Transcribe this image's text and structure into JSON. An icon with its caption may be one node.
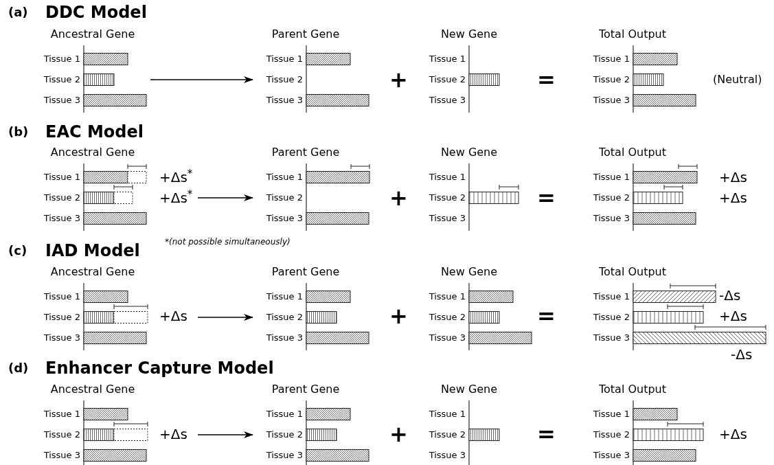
{
  "diagram": {
    "nodes": [
      {
        "text": [
          "Ancestral Gene",
          "Tissue 1",
          "Tissue 2",
          "Tissue 3"
        ]
      },
      {
        "text": [
          "Parent Gene",
          "Tissue 1",
          "Tissue 2",
          "Tissue 3"
        ]
      },
      {
        "text": [
          "New Gene",
          "Tissue 1",
          "Tissue 2",
          "Tissue 3"
        ]
      },
      {
        "text": [
          "Total Output",
          "Tissue 1",
          "Tissue 2",
          "Tissue 3"
        ],
        "beside": [
          "(Neutral)"
        ]
      },
      {
        "text": [
          "Ancestral Gene",
          "Tissue 1",
          "Tissue 2",
          "Tissue 3"
        ],
        "beside": [
          "+Δs$^{*}$",
          "+Δs$^{*}$"
        ]
      },
      {
        "text": [
          "Parent Gene",
          "Tissue 1",
          "Tissue 2",
          "Tissue 3"
        ]
      },
      {
        "text": [
          "New Gene",
          "Tissue 1",
          "Tissue 2",
          "Tissue 3"
        ]
      },
      {
        "text": [
          "Total Output",
          "Tissue 1",
          "Tissue 2",
          "Tissue 3"
        ],
        "beside": [
          "+Δs",
          "+Δs"
        ]
      },
      {
        "text": [
          "Ancestral Gene",
          "Tissue 1",
          "Tissue 2",
          "Tissue 3"
        ],
        "beside": [
          "+Δs"
        ]
      },
      {
        "text": [
          "Parent Gene",
          "Tissue 1",
          "Tissue 2",
          "Tissue 3"
        ]
      },
      {
        "text": [
          "New Gene",
          "Tissue 1",
          "Tissue 2",
          "Tissue 3"
        ]
      },
      {
        "text": [
          "Total Output",
          "Tissue 1",
          "Tissue 2",
          "Tissue 3",
          "-Δs",
          "+Δs",
          "-Δs"
        ]
      },
      {
        "text": [
          "Ancestral Gene",
          "Tissue 1",
          "Tissue 2",
          "Tissue 3"
        ],
        "beside": [
          "+Δs"
        ]
      },
      {
        "text": [
          "Parent Gene",
          "Tissue 1",
          "Tissue 2",
          "Tissue 3"
        ]
      },
      {
        "text": [
          "New Gene",
          "Tissue 1",
          "Tissue 2",
          "Tissue 3"
        ]
      },
      {
        "text": [
          "Total Output",
          "Tissue 1",
          "Tissue 2",
          "Tissue 3"
        ],
        "beside": [
          "+Δs"
        ]
      }
    ],
    "edges": [
      {
        "from": 0,
        "to": 1,
        "arrow": "to"
      },
      {
        "from": 4,
        "to": 5,
        "arrow": "to"
      },
      {
        "from": 8,
        "to": 9,
        "arrow": "to"
      },
      {
        "from": 12,
        "to": 13,
        "arrow": "to"
      }
    ],
    "labels": [
      "(a)",
      "DDC Model",
      "+",
      "=",
      "(b)",
      "EAC Model",
      "+",
      "=",
      "*(not possible simultaneously)",
      "(c)",
      "IAD Model",
      "+",
      "=",
      "(d)",
      "Enhancer Capture Model",
      "+",
      "="
    ]
  }
}
